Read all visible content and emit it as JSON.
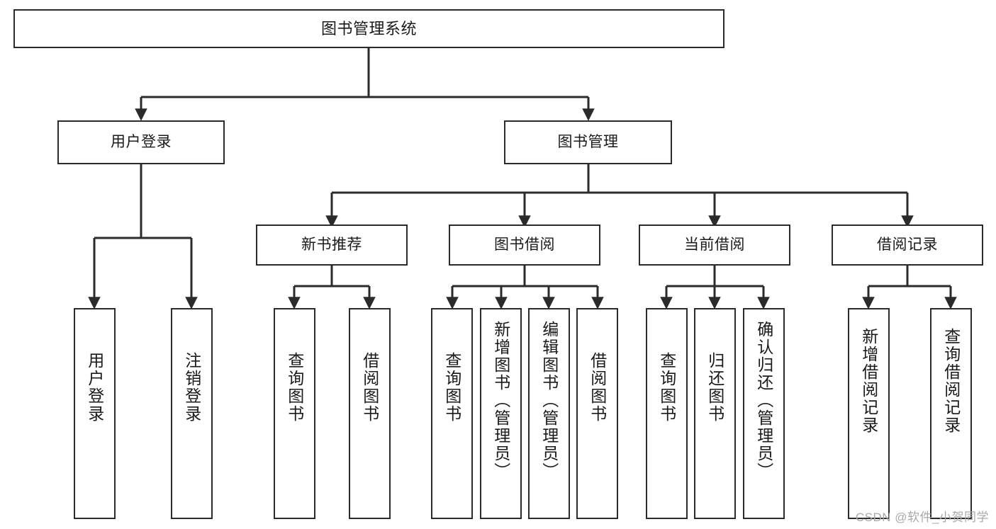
{
  "diagram": {
    "title": "图书管理系统",
    "type": "tree-hierarchy-diagram",
    "colors": {
      "box_border": "#2b2b2b",
      "box_fill": "#ffffff",
      "connector": "#2b2b2b",
      "text": "#1a1a1a",
      "watermark": "#a8a8a8",
      "background": "#ffffff"
    },
    "root": {
      "label": "图书管理系统"
    },
    "level2": [
      {
        "id": "user-login",
        "label": "用户登录"
      },
      {
        "id": "book-manage",
        "label": "图书管理"
      }
    ],
    "level3": [
      {
        "id": "new-book-recommend",
        "label": "新书推荐"
      },
      {
        "id": "book-borrow",
        "label": "图书借阅"
      },
      {
        "id": "current-borrow",
        "label": "当前借阅"
      },
      {
        "id": "borrow-record",
        "label": "借阅记录"
      }
    ],
    "leaves": {
      "user_login": [
        {
          "id": "leaf-user-login",
          "label": "用户登录"
        },
        {
          "id": "leaf-logout-login",
          "label": "注销登录"
        }
      ],
      "new_book_recommend": [
        {
          "id": "leaf-query-book-1",
          "label": "查询图书"
        },
        {
          "id": "leaf-borrow-book-1",
          "label": "借阅图书"
        }
      ],
      "book_borrow": [
        {
          "id": "leaf-query-book-2",
          "label": "查询图书"
        },
        {
          "id": "leaf-add-book",
          "label": "新增图书（管理员）"
        },
        {
          "id": "leaf-edit-book",
          "label": "编辑图书（管理员）"
        },
        {
          "id": "leaf-borrow-book-2",
          "label": "借阅图书"
        }
      ],
      "current_borrow": [
        {
          "id": "leaf-query-book-3",
          "label": "查询图书"
        },
        {
          "id": "leaf-return-book",
          "label": "归还图书"
        },
        {
          "id": "leaf-confirm-return",
          "label": "确认归还（管理员）"
        }
      ],
      "borrow_record": [
        {
          "id": "leaf-add-record",
          "label": "新增借阅记录"
        },
        {
          "id": "leaf-query-record",
          "label": "查询借阅记录"
        }
      ]
    },
    "watermark": "CSDN @软件_小贺同学"
  }
}
